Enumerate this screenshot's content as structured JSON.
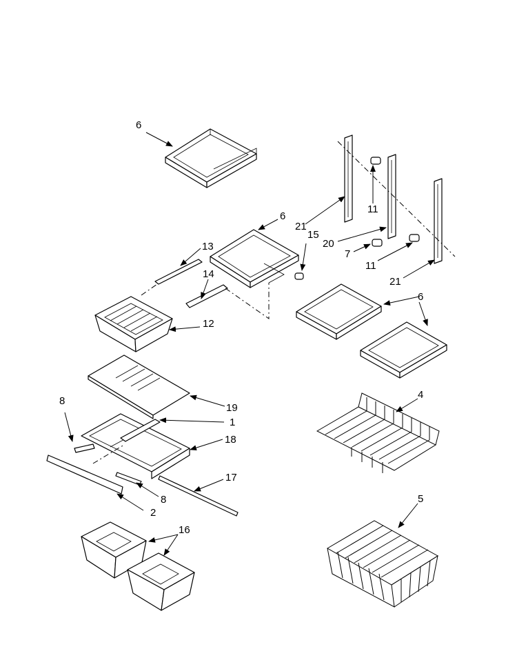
{
  "diagram": {
    "callouts": {
      "c6a": "6",
      "c6b": "6",
      "c6c": "6",
      "c11a": "11",
      "c11b": "11",
      "c21a": "21",
      "c21b": "21",
      "c15": "15",
      "c20": "20",
      "c7": "7",
      "c13": "13",
      "c14": "14",
      "c12": "12",
      "c19": "19",
      "c1": "1",
      "c18": "18",
      "c8a": "8",
      "c8b": "8",
      "c17": "17",
      "c2": "2",
      "c16": "16",
      "c4": "4",
      "c5": "5"
    }
  }
}
